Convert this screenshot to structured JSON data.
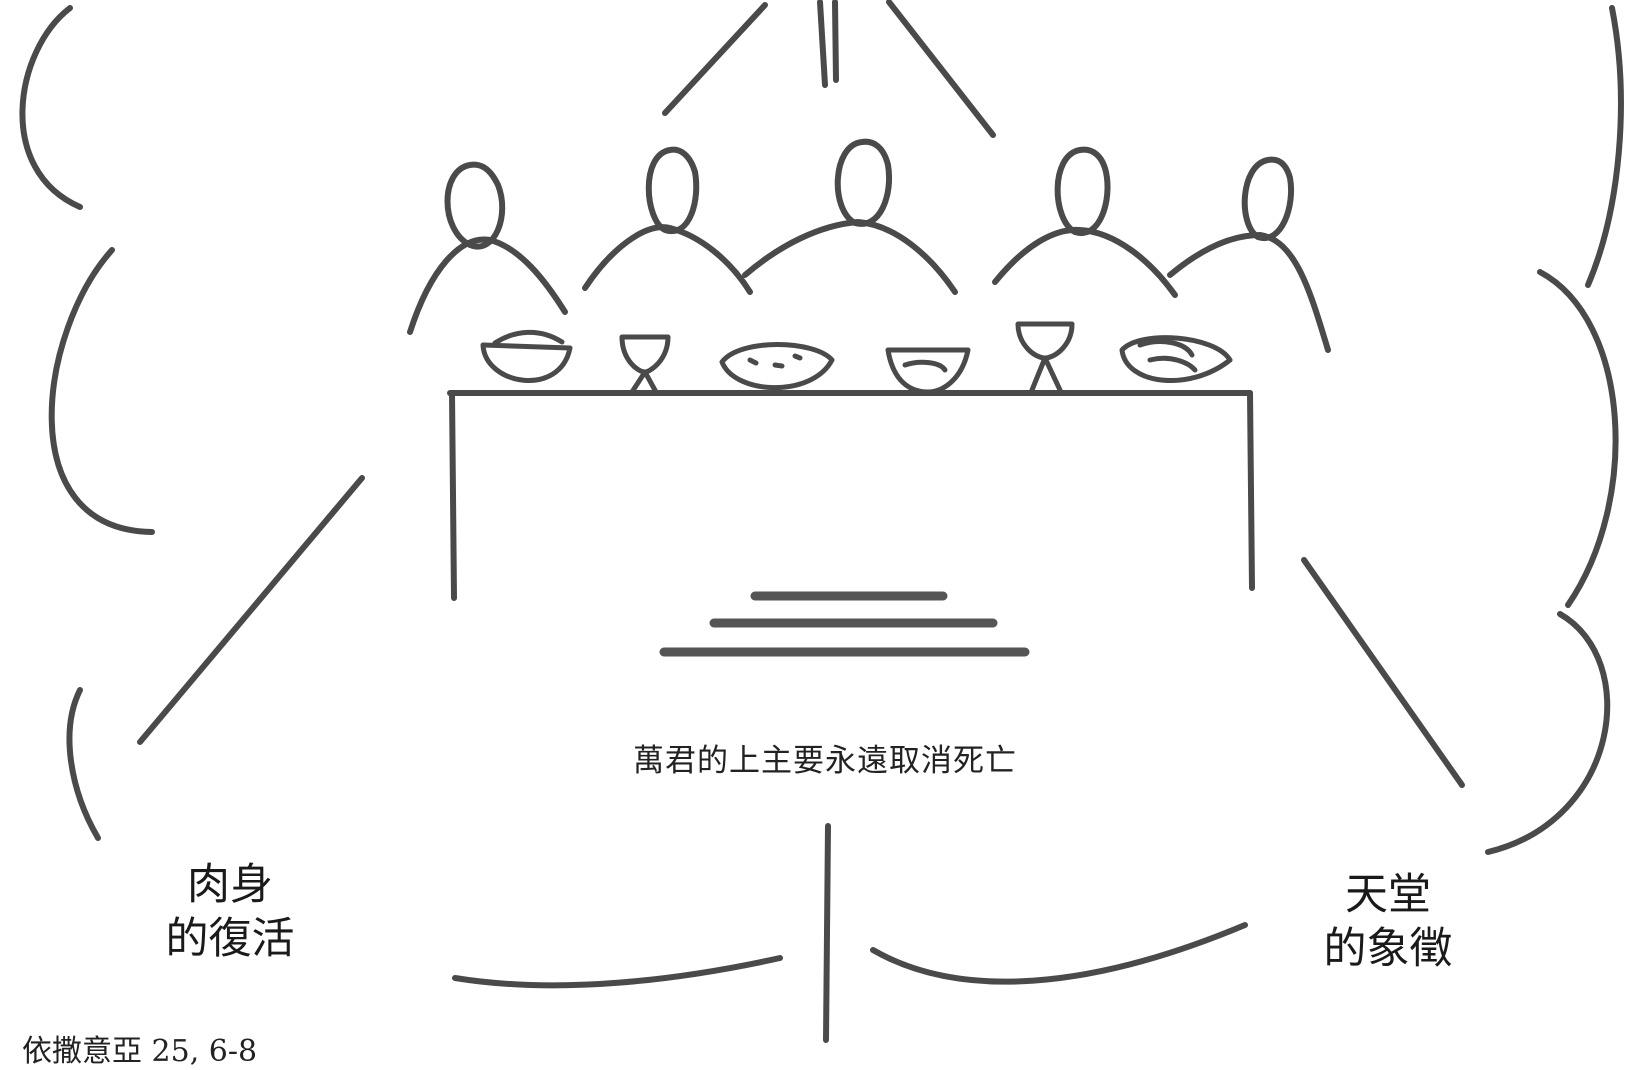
{
  "diagram": {
    "center_caption": "萬君的上主要永遠取消死亡",
    "left_label": {
      "line1": "肉身",
      "line2": "的復活"
    },
    "right_label": {
      "line1": "天堂",
      "line2": "的象徵"
    },
    "bottom_reference": "依撒意亞 25, 6-8"
  },
  "colors": {
    "stroke": "#4a4a4a",
    "background": "#ffffff",
    "text": "#1a1a1a"
  }
}
